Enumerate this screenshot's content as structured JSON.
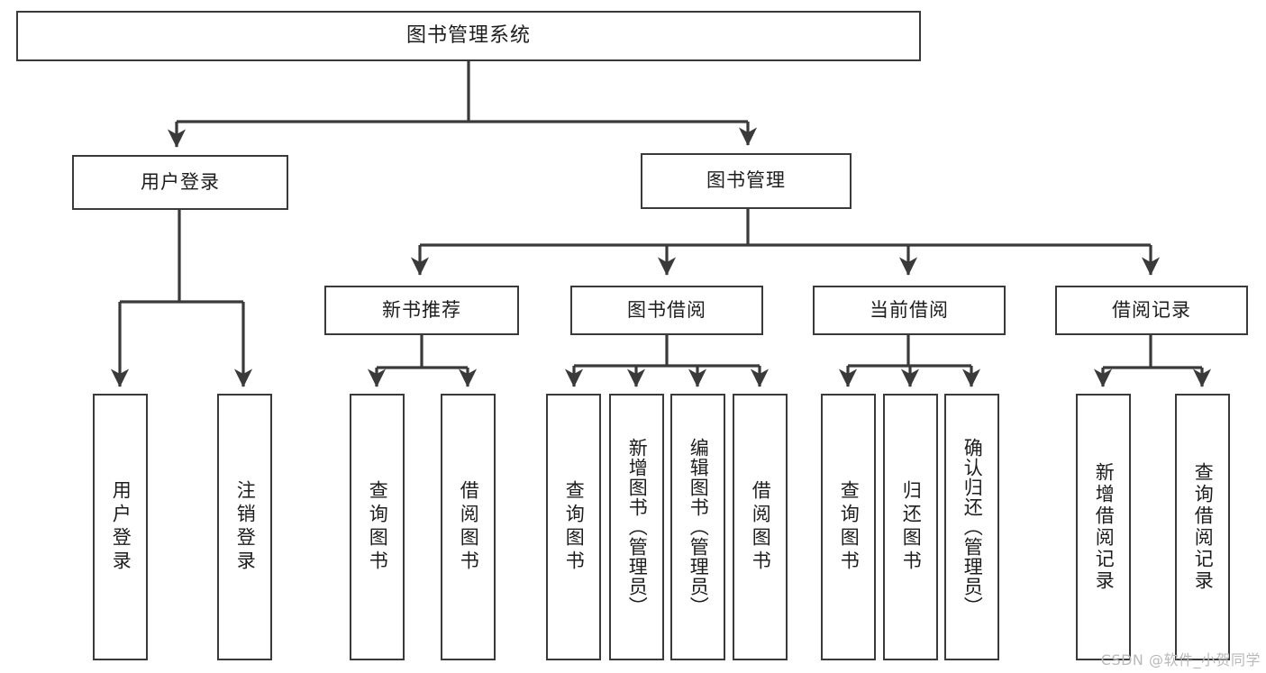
{
  "diagram": {
    "title": "图书管理系统",
    "type": "tree",
    "background": "#ffffff",
    "line_color": "#3a3a3a",
    "text_color": "#1d1d1d",
    "watermark": "CSDN @软件_小贺同学",
    "nodes": {
      "root": {
        "label": "图书管理系统"
      },
      "user_login": {
        "label": "用户登录"
      },
      "book_manage": {
        "label": "图书管理"
      },
      "new_book_rec": {
        "label": "新书推荐"
      },
      "book_borrow": {
        "label": "图书借阅"
      },
      "current_borrow": {
        "label": "当前借阅"
      },
      "borrow_record": {
        "label": "借阅记录"
      },
      "leaf_user_login": {
        "label": "用户登录"
      },
      "leaf_logout": {
        "label": "注销登录"
      },
      "leaf_query_book_1": {
        "label": "查询图书"
      },
      "leaf_borrow_book_1": {
        "label": "借阅图书"
      },
      "leaf_query_book_2": {
        "label": "查询图书"
      },
      "leaf_add_book": {
        "label": "新增图书（管理员）"
      },
      "leaf_edit_book": {
        "label": "编辑图书（管理员）"
      },
      "leaf_borrow_book_2": {
        "label": "借阅图书"
      },
      "leaf_query_book_3": {
        "label": "查询图书"
      },
      "leaf_return_book": {
        "label": "归还图书"
      },
      "leaf_confirm_return": {
        "label": "确认归还（管理员）"
      },
      "leaf_add_record": {
        "label": "新增借阅记录"
      },
      "leaf_query_record": {
        "label": "查询借阅记录"
      }
    },
    "edges": [
      {
        "from": "root",
        "to": "user_login"
      },
      {
        "from": "root",
        "to": "book_manage"
      },
      {
        "from": "user_login",
        "to": "leaf_user_login"
      },
      {
        "from": "user_login",
        "to": "leaf_logout"
      },
      {
        "from": "book_manage",
        "to": "new_book_rec"
      },
      {
        "from": "book_manage",
        "to": "book_borrow"
      },
      {
        "from": "book_manage",
        "to": "current_borrow"
      },
      {
        "from": "book_manage",
        "to": "borrow_record"
      },
      {
        "from": "new_book_rec",
        "to": "leaf_query_book_1"
      },
      {
        "from": "new_book_rec",
        "to": "leaf_borrow_book_1"
      },
      {
        "from": "book_borrow",
        "to": "leaf_query_book_2"
      },
      {
        "from": "book_borrow",
        "to": "leaf_add_book"
      },
      {
        "from": "book_borrow",
        "to": "leaf_edit_book"
      },
      {
        "from": "book_borrow",
        "to": "leaf_borrow_book_2"
      },
      {
        "from": "current_borrow",
        "to": "leaf_query_book_3"
      },
      {
        "from": "current_borrow",
        "to": "leaf_return_book"
      },
      {
        "from": "current_borrow",
        "to": "leaf_confirm_return"
      },
      {
        "from": "borrow_record",
        "to": "leaf_add_record"
      },
      {
        "from": "borrow_record",
        "to": "leaf_query_record"
      }
    ]
  }
}
